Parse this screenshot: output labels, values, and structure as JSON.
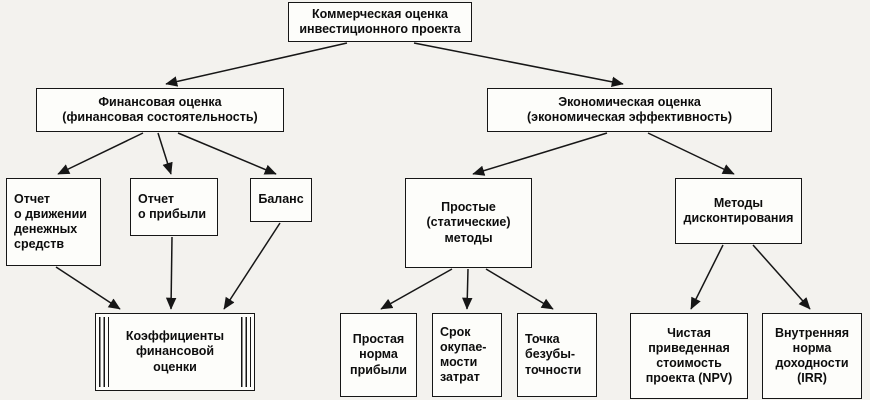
{
  "diagram_title": "Коммерческая оценка инвестиционного проекта",
  "nodes": {
    "root": {
      "label": "Коммерческая оценка\nинвестиционного проекта"
    },
    "financial": {
      "label": "Финансовая оценка\n(финансовая состоятельность)"
    },
    "economic": {
      "label": "Экономическая оценка\n(экономическая эффективность)"
    },
    "cashflow": {
      "label": "Отчет\nо движении\nденежных\nсредств"
    },
    "profit": {
      "label": "Отчет\nо прибыли"
    },
    "balance": {
      "label": "Баланс"
    },
    "ratios": {
      "label": "Коэффициенты\nфинансовой\nоценки"
    },
    "simple": {
      "label": "Простые\n(статические)\nметоды"
    },
    "discount": {
      "label": "Методы\nдисконтирования"
    },
    "snp": {
      "label": "Простая\nнорма\nприбыли"
    },
    "payback": {
      "label": "Срок\nокупае-\nмости\nзатрат"
    },
    "breakeven": {
      "label": "Точка\nбезубы-\nточности"
    },
    "npv": {
      "label": "Чистая\nприведенная\nстоимость\nпроекта (NPV)"
    },
    "irr": {
      "label": "Внутренняя\nнорма\nдоходности\n(IRR)"
    }
  },
  "edges": [
    {
      "from": "root",
      "to": "financial"
    },
    {
      "from": "root",
      "to": "economic"
    },
    {
      "from": "financial",
      "to": "cashflow"
    },
    {
      "from": "financial",
      "to": "profit"
    },
    {
      "from": "financial",
      "to": "balance"
    },
    {
      "from": "cashflow",
      "to": "ratios"
    },
    {
      "from": "profit",
      "to": "ratios"
    },
    {
      "from": "balance",
      "to": "ratios"
    },
    {
      "from": "economic",
      "to": "simple"
    },
    {
      "from": "economic",
      "to": "discount"
    },
    {
      "from": "simple",
      "to": "snp"
    },
    {
      "from": "simple",
      "to": "payback"
    },
    {
      "from": "simple",
      "to": "breakeven"
    },
    {
      "from": "discount",
      "to": "npv"
    },
    {
      "from": "discount",
      "to": "irr"
    }
  ]
}
